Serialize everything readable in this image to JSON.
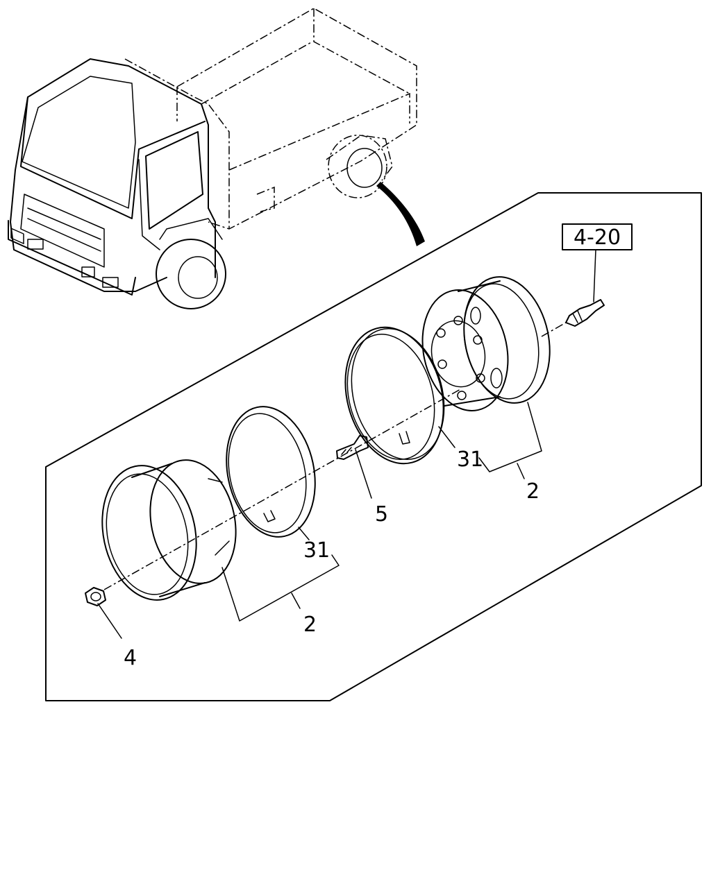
{
  "diagram": {
    "reference_label": "4-20",
    "callouts": {
      "rear_wheel_upper": "2",
      "rear_wheel_lower": "2",
      "side_ring_upper": "31",
      "side_ring_lower": "31",
      "stud": "5",
      "nut": "4"
    }
  }
}
